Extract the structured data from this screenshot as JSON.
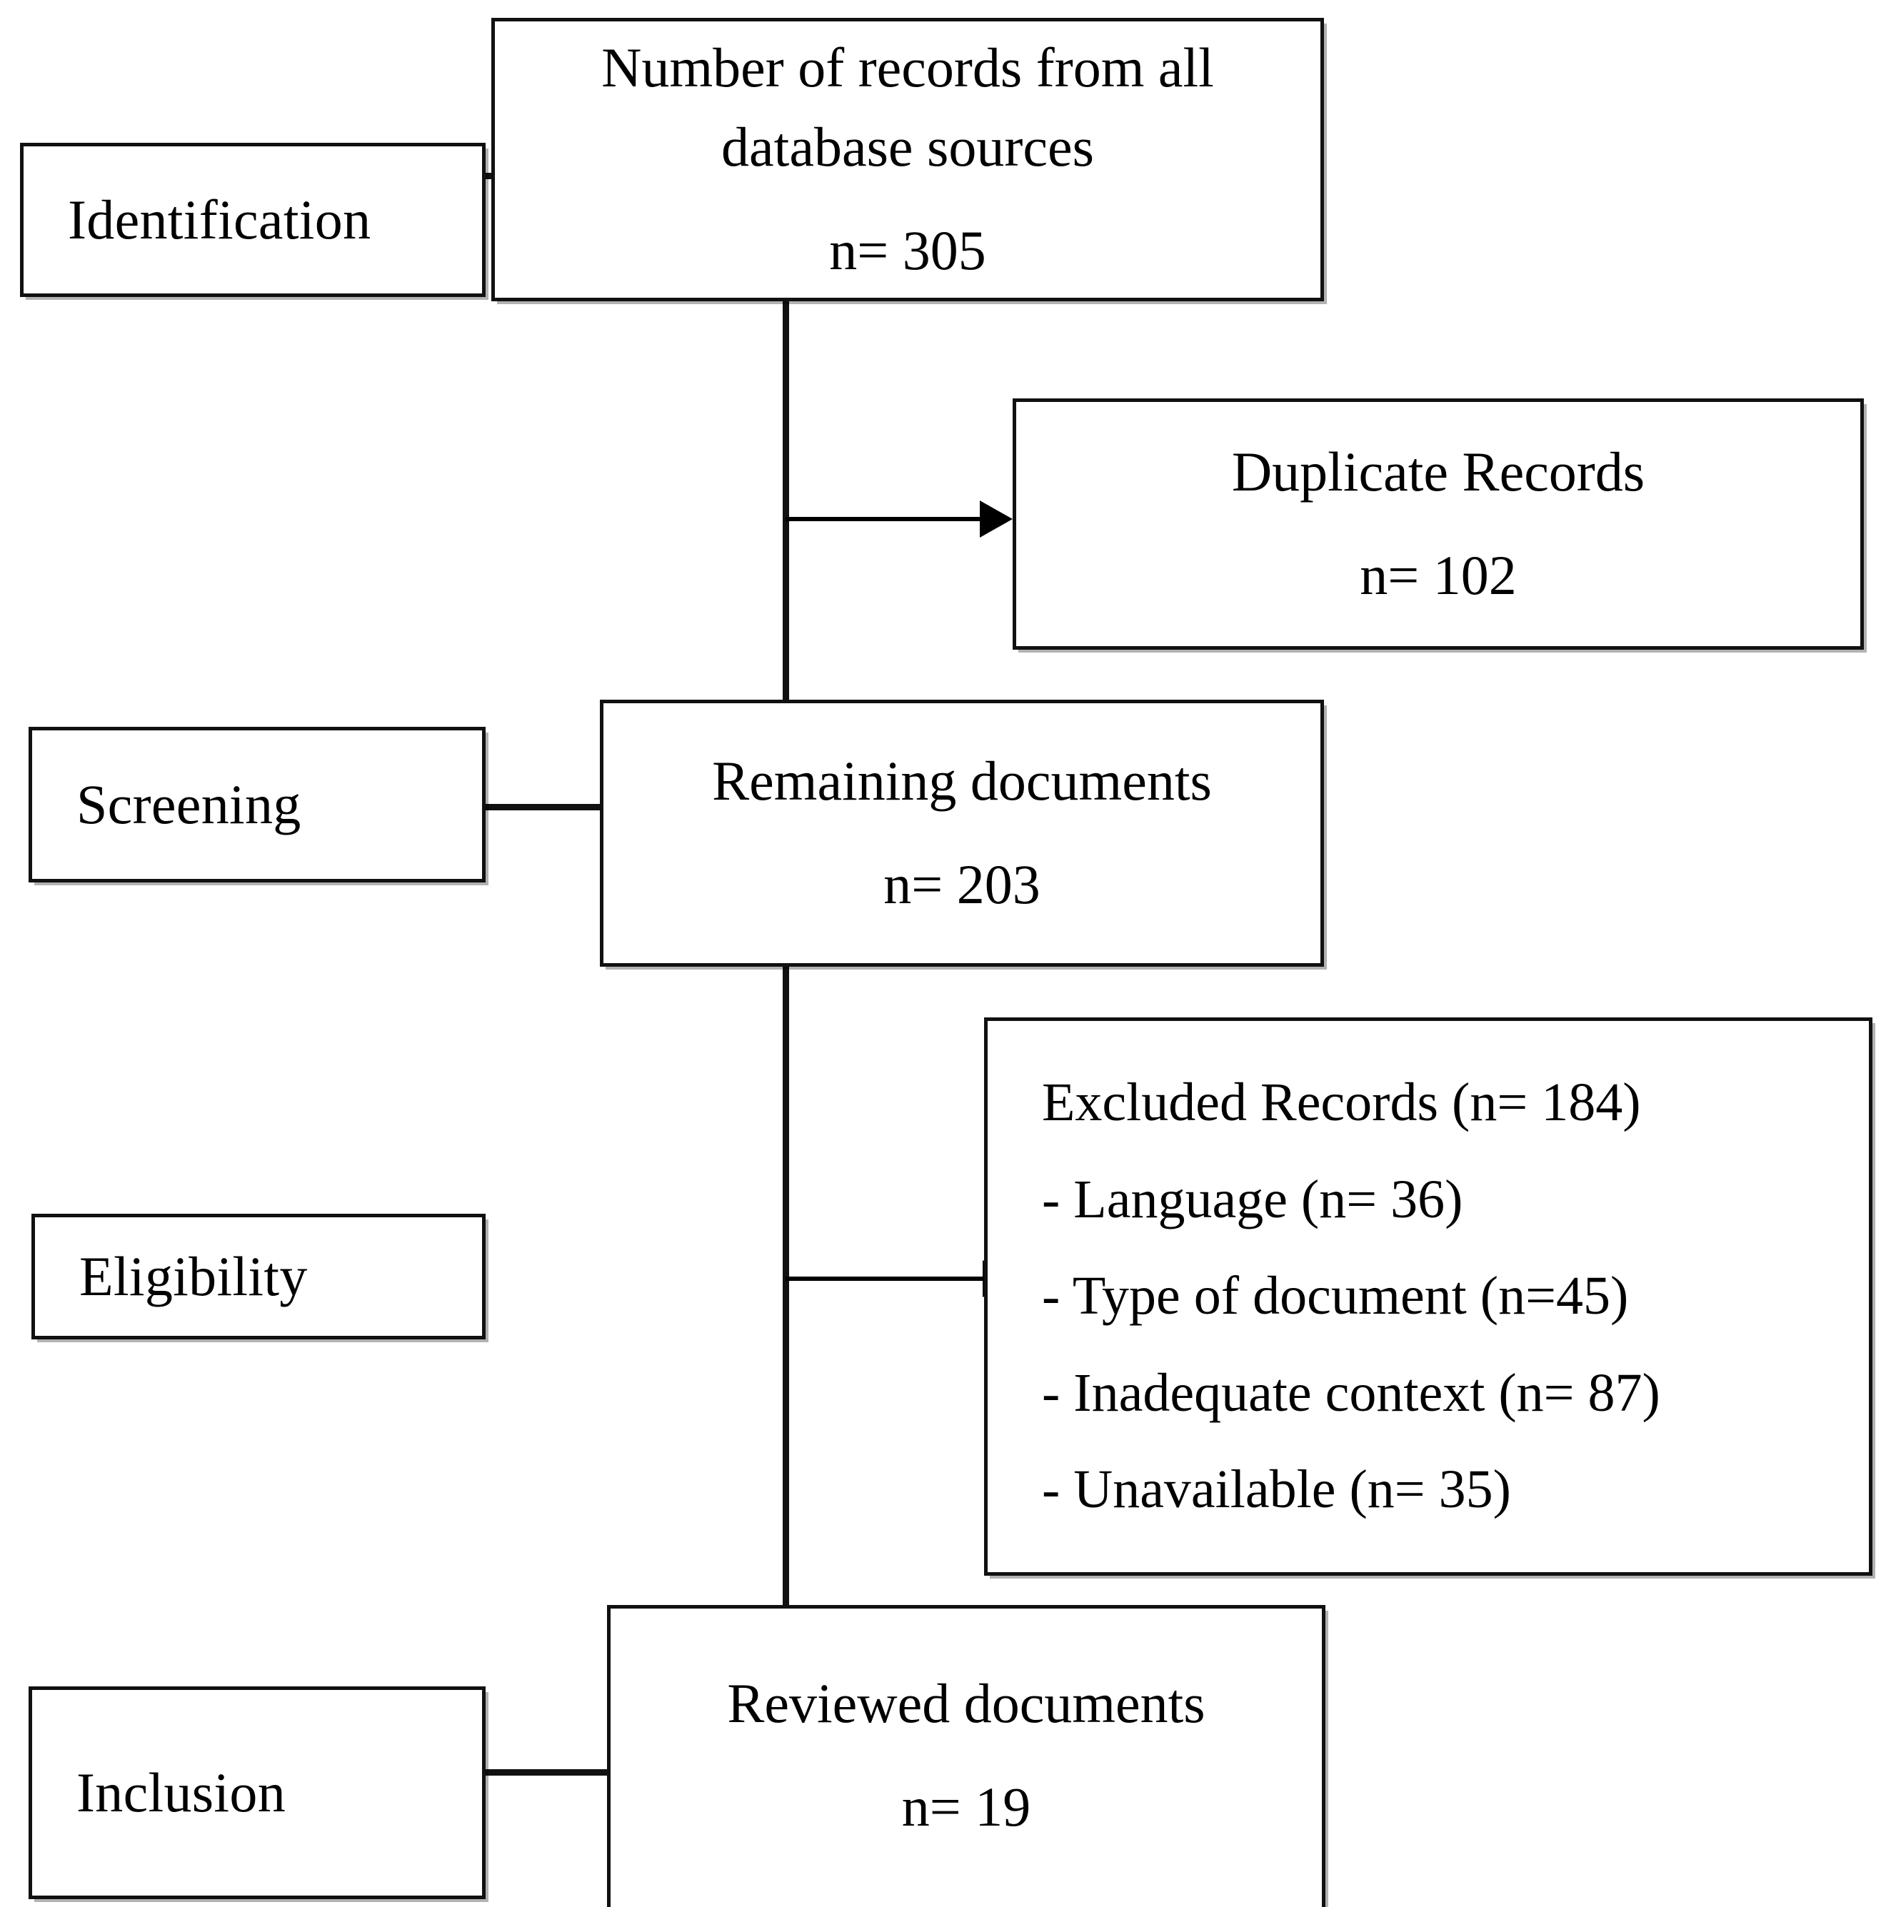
{
  "diagram": {
    "type": "prisma-flow-diagram",
    "colors": {
      "box_border": "#111111",
      "connector": "#111111",
      "background": "#ffffff",
      "text": "#000000"
    },
    "stages": [
      {
        "key": "identification",
        "label": "Identification"
      },
      {
        "key": "screening",
        "label": "Screening"
      },
      {
        "key": "eligibility",
        "label": "Eligibility"
      },
      {
        "key": "inclusion",
        "label": "Inclusion"
      }
    ],
    "nodes": {
      "records": {
        "line1": "Number of records from all",
        "line2": "database sources",
        "count": "n= 305"
      },
      "duplicates": {
        "line1": "Duplicate Records",
        "count": "n= 102"
      },
      "remaining": {
        "line1": "Remaining documents",
        "count": "n= 203"
      },
      "excluded": {
        "heading": "Excluded Records (n= 184)",
        "reasons": [
          "- Language (n= 36)",
          "- Type of document (n=45)",
          "- Inadequate context (n= 87)",
          "- Unavailable (n= 35)"
        ]
      },
      "reviewed": {
        "line1": "Reviewed documents",
        "count": "n= 19"
      }
    }
  }
}
